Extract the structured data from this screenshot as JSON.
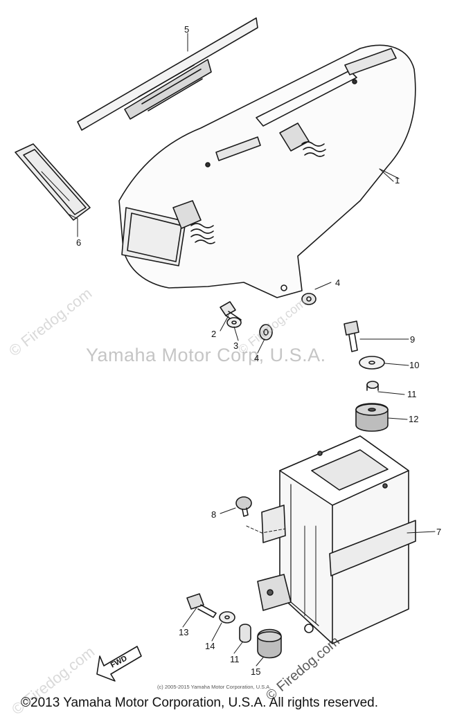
{
  "watermarks": {
    "center": "Yamaha Motor Corp, U.S.A.",
    "firedog": "© Firedog.com"
  },
  "small_copyright": "(c) 2005-2015 Yamaha Motor Corporation, U.S.A.",
  "footer": "©2013 Yamaha Motor Corporation, U.S.A. All rights reserved.",
  "callouts": {
    "c1": "1",
    "c2": "2",
    "c3": "3",
    "c4a": "4",
    "c4b": "4",
    "c5": "5",
    "c6": "6",
    "c7": "7",
    "c8": "8",
    "c9": "9",
    "c10": "10",
    "c11a": "11",
    "c11b": "11",
    "c12": "12",
    "c13": "13",
    "c14": "14",
    "c15": "15"
  },
  "fwd_label": "FWD"
}
